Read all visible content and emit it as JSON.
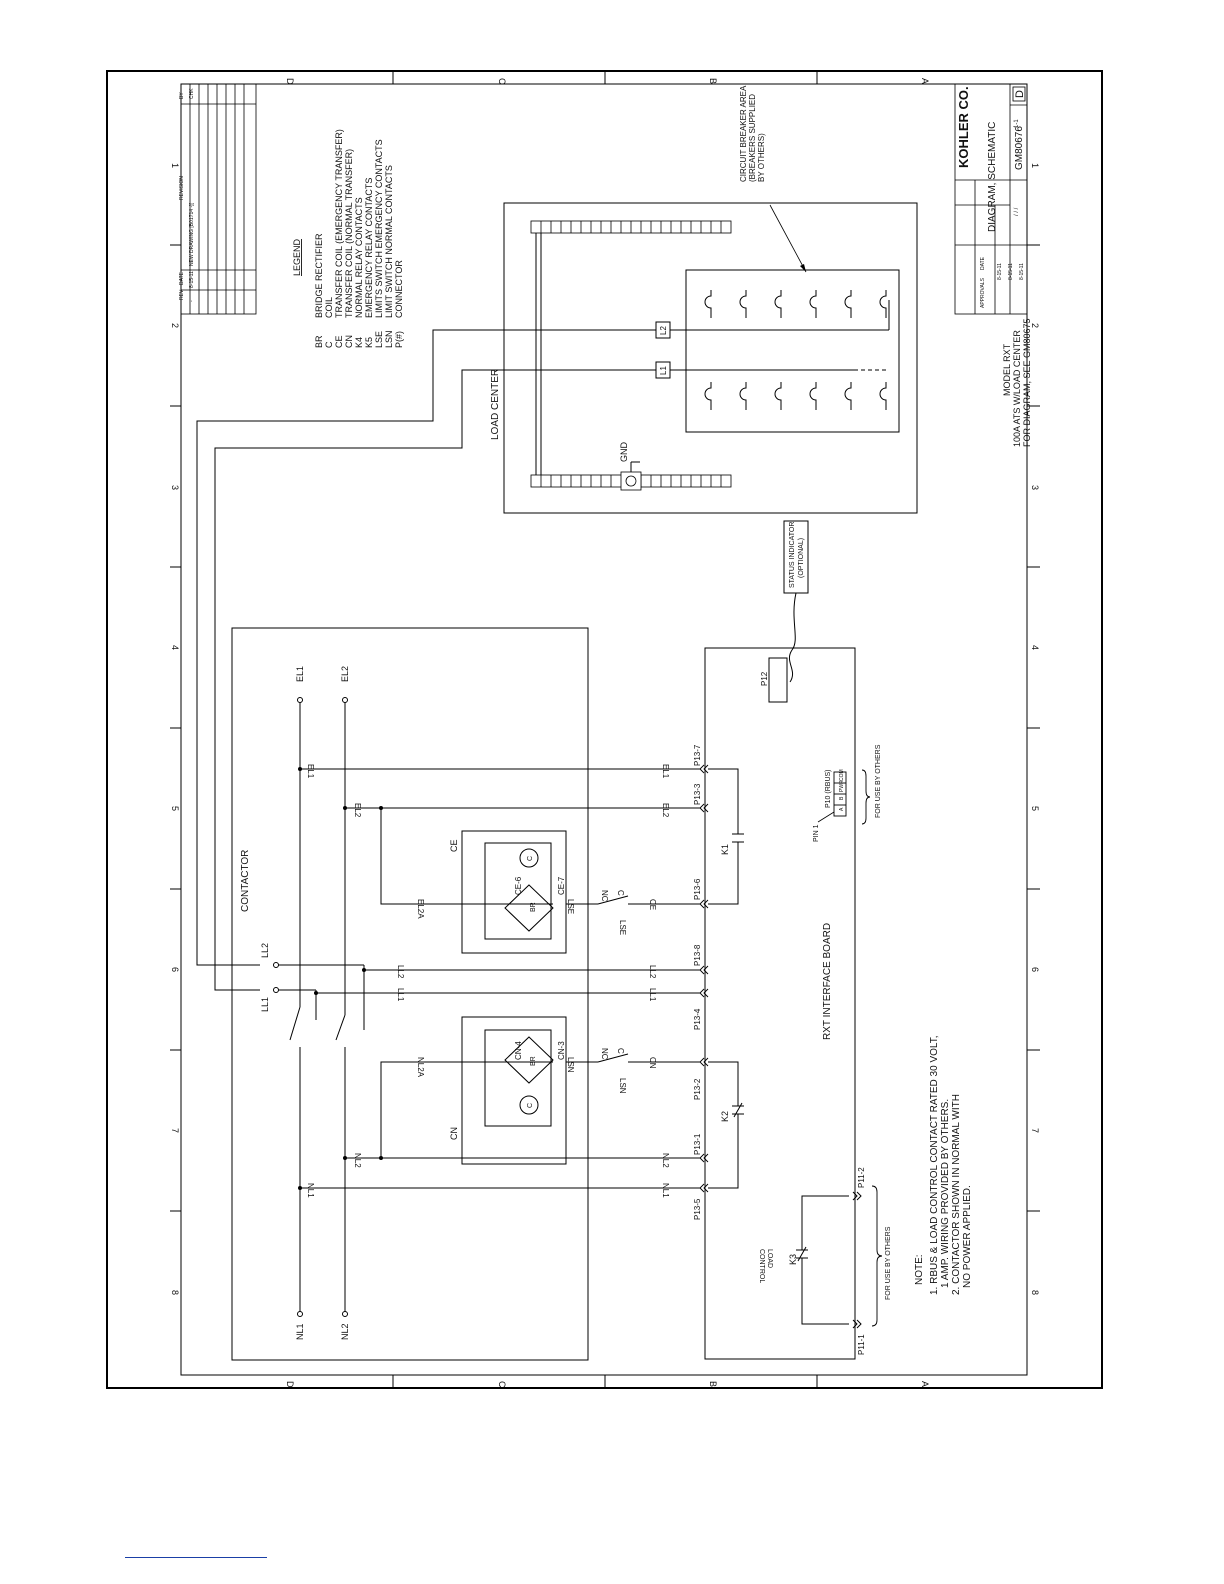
{
  "border": {
    "zones_top": [
      "D",
      "C",
      "B",
      "A"
    ],
    "zones_bottom": [
      "D",
      "C",
      "B",
      "A"
    ],
    "zones_left": [
      "1",
      "2",
      "3",
      "4",
      "5",
      "6",
      "7",
      "8"
    ],
    "zones_right": [
      "1",
      "2",
      "3",
      "4",
      "5",
      "6",
      "7",
      "8"
    ]
  },
  "revision_block": {
    "headers": [
      "REV",
      "DATE",
      "REVISION",
      "BY",
      "CHK"
    ],
    "row": [
      "-",
      "8-15-11",
      "NEW DRAWING [B01714 -][",
      "",
      "PMS"
    ]
  },
  "legend": {
    "title": "LEGEND",
    "items": [
      {
        "code": "BR",
        "desc": "BRIDGE RECTIFIER"
      },
      {
        "code": "C",
        "desc": "COIL"
      },
      {
        "code": "CE",
        "desc": "TRANSFER COIL (EMERGENCY TRANSFER)"
      },
      {
        "code": "CN",
        "desc": "TRANSFER COIL (NORMAL TRANSFER)"
      },
      {
        "code": "K4",
        "desc": "NORMAL RELAY CONTACTS"
      },
      {
        "code": "K5",
        "desc": "EMERGENCY RELAY CONTACTS"
      },
      {
        "code": "LSE",
        "desc": "LIMITS SWITCH EMERGENCY CONTACTS"
      },
      {
        "code": "LSN",
        "desc": "LIMIT SWITCH NORMAL CONTACTS"
      },
      {
        "code": "P(#)",
        "desc": "CONNECTOR"
      }
    ]
  },
  "title_block": {
    "company": "KOHLER CO.",
    "title": "DIAGRAM, SCHEMATIC",
    "model": "MODEL RXT",
    "subtitle": "100A ATS W/LOAD CENTER",
    "see": "FOR DIAGRAM, SEE GM80675",
    "drawing_number": "GM80676",
    "size": "D",
    "sheet": "1-1",
    "approvals_label": "APPROVALS",
    "date_label": "DATE",
    "dates": [
      "8-15-11",
      "8-15-11",
      "8-15-11"
    ],
    "scale": "/ / /"
  },
  "load_center": {
    "label": "LOAD CENTER",
    "breaker_note": [
      "CIRCUIT BREAKER AREA",
      "(BREAKERS SUPPLIED",
      "BY OTHERS)"
    ],
    "l1": "L1",
    "l2": "L2",
    "gnd": "GND"
  },
  "status_indicator": [
    "STATUS INDICATOR",
    "(OPTIONAL)"
  ],
  "contactor": {
    "label": "CONTACTOR",
    "terminals": {
      "el1": "EL1",
      "el2": "EL2",
      "ll1": "LL1",
      "ll2": "LL2",
      "nl1": "NL1",
      "nl2": "NL2"
    },
    "ce": {
      "label": "CE",
      "term_a": "CE-6",
      "term_b": "CE-7",
      "br": "BR",
      "coil": "C"
    },
    "cn": {
      "label": "CN",
      "term_a": "CN-4",
      "term_b": "CN-3",
      "br": "BR",
      "coil": "C"
    }
  },
  "wires": {
    "el1": "EL1",
    "el2": "EL2",
    "el2a": "EL2A",
    "lse": "LSE",
    "ce": "CE",
    "ll2": "LL2",
    "ll1": "LL1",
    "nl2a": "NL2A",
    "lsn": "LSN",
    "cn": "CN",
    "nl2": "NL2",
    "nl1": "NL1",
    "c": "C",
    "nc": "NC"
  },
  "board": {
    "label": "RXT INTERFACE BOARD",
    "pins": [
      "P13-7",
      "P13-3",
      "P13-6",
      "P13-8",
      "P13-4",
      "P13-2",
      "P13-1",
      "P13-5"
    ],
    "p12": "P12",
    "p10": "P10 (RBUS)",
    "p10_pins": [
      "A",
      "B",
      "PWR",
      "COM"
    ],
    "pin1": "PIN 1",
    "k1": "K1",
    "k2": "K2",
    "k3": "K3",
    "load_control": [
      "LOAD",
      "CONTROL"
    ],
    "p11_2": "P11-2",
    "p11_1": "P11-1",
    "for_use": "FOR USE BY OTHERS"
  },
  "notes": {
    "title": "NOTE:",
    "lines": [
      "1. RBUS & LOAD CONTROL CONTACT RATED 30 VOLT,",
      "   1 AMP. WIRING PROVIDED BY OTHERS.",
      "2. CONTACTOR SHOWN IN NORMAL WITH",
      "   NO POWER APPLIED."
    ]
  }
}
